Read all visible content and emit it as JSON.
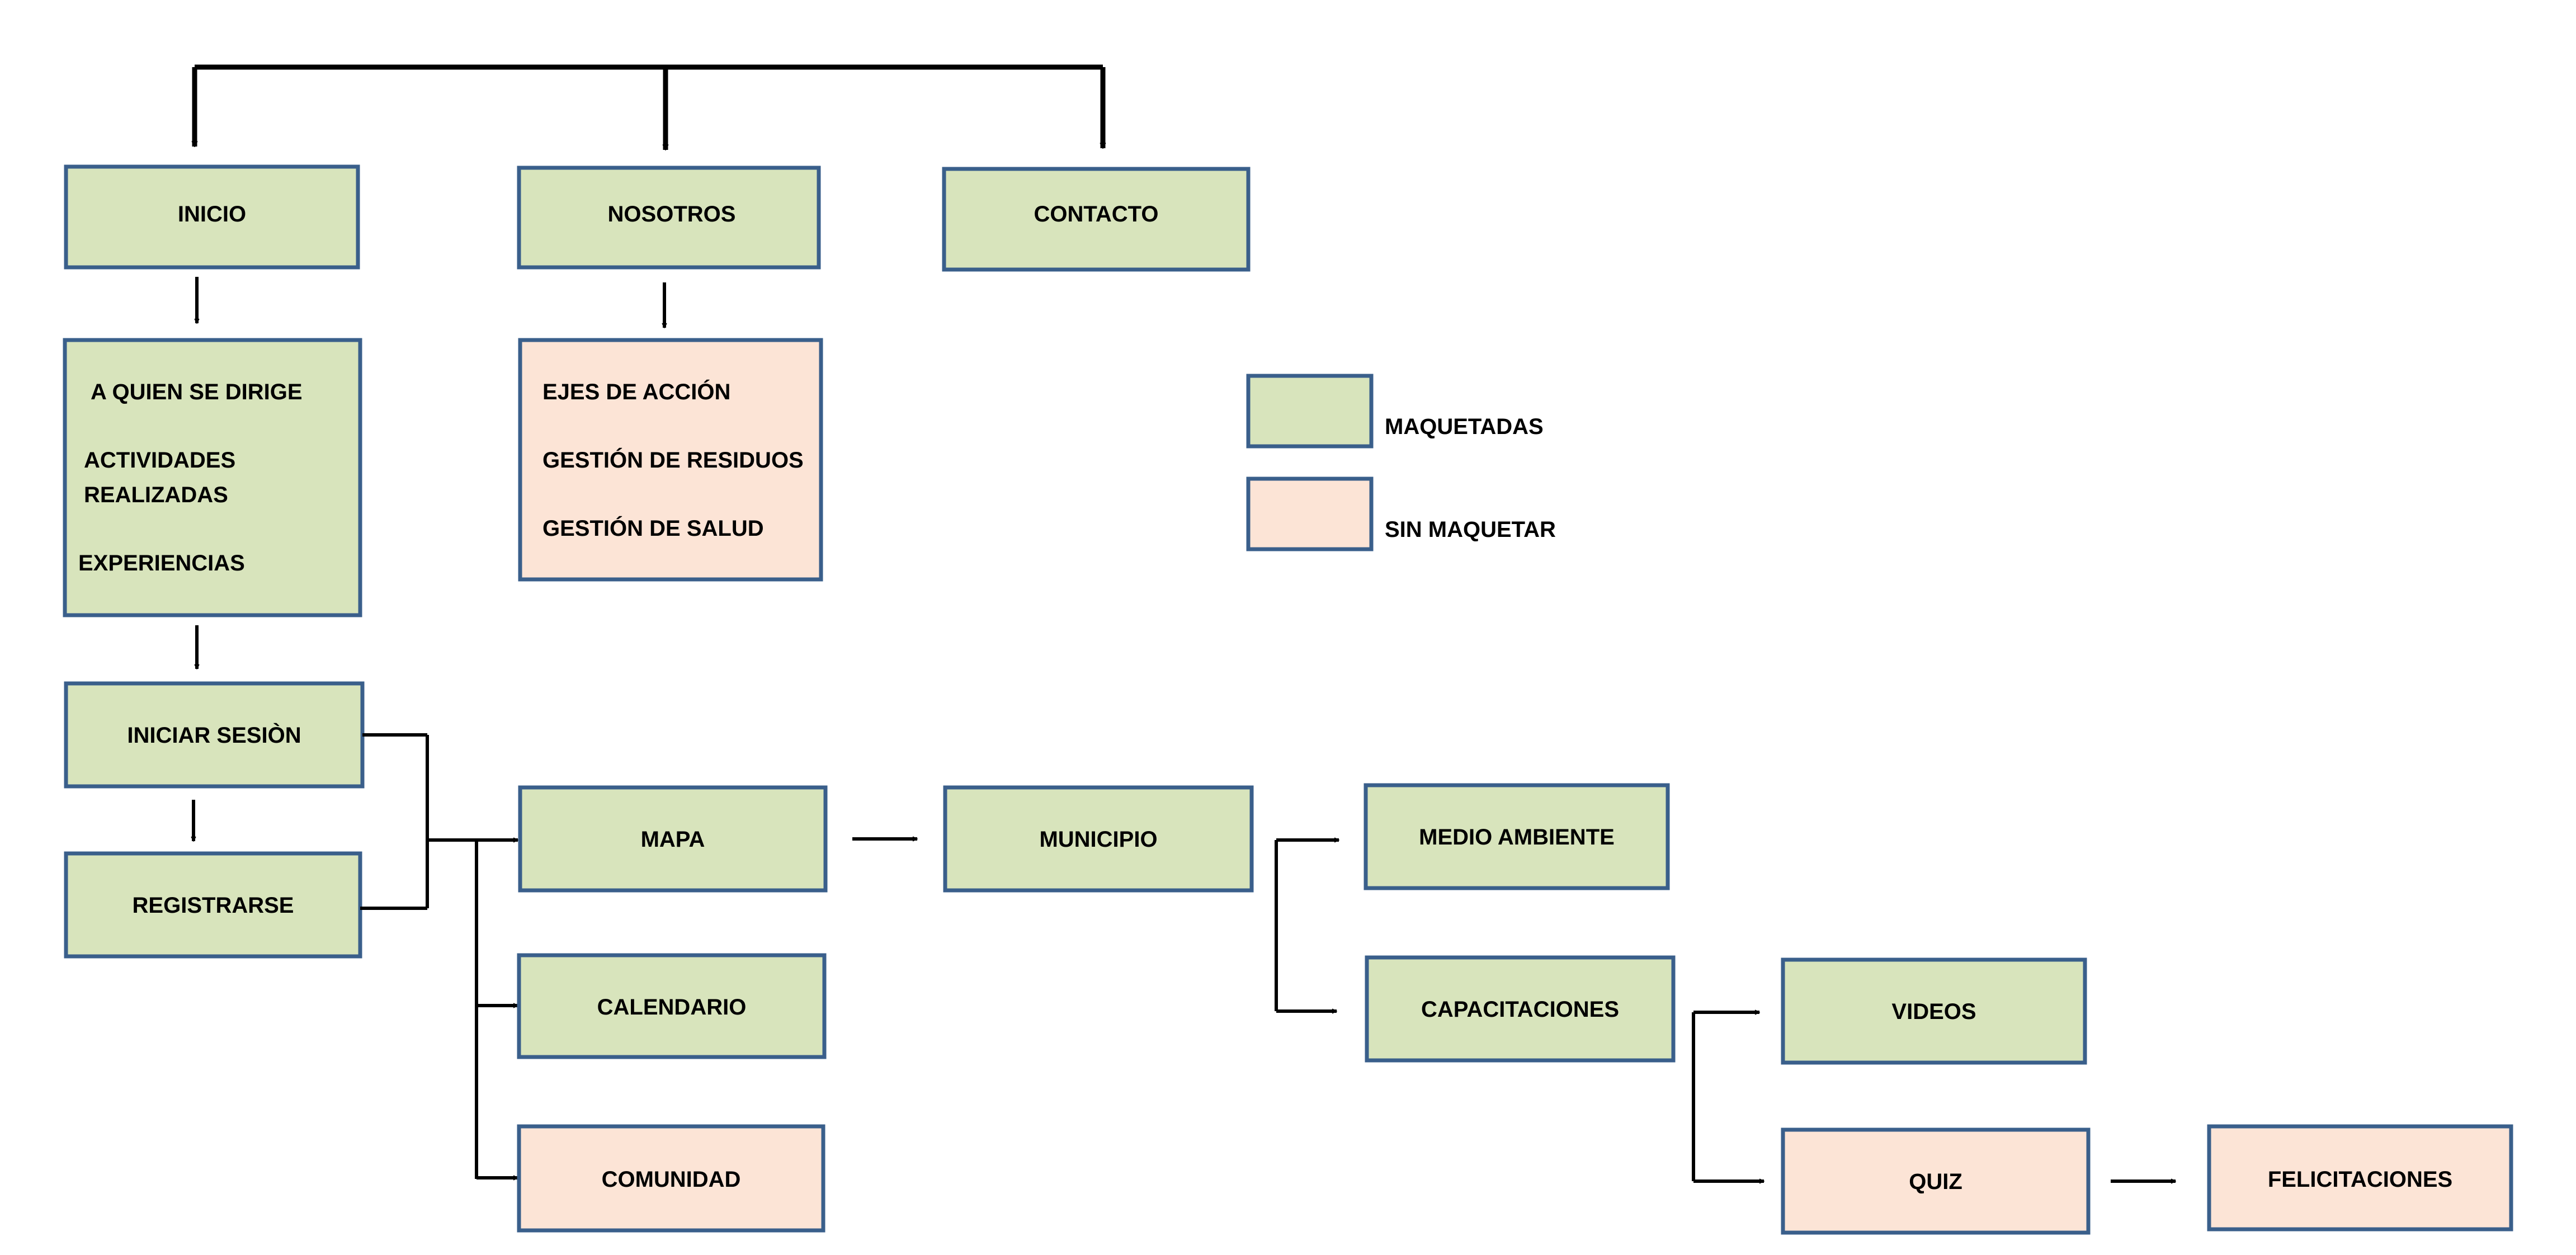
{
  "colors": {
    "done_fill": "#d8e4bc",
    "pending_fill": "#fce4d6",
    "border": "#3a5f8b"
  },
  "nodes": {
    "inicio": "INICIO",
    "nosotros": "NOSOTROS",
    "contacto": "CONTACTO",
    "inicio_sub": [
      "A QUIEN SE DIRIGE",
      "ACTIVIDADES",
      "REALIZADAS",
      "EXPERIENCIAS"
    ],
    "nosotros_sub": [
      "EJES DE ACCIÓN",
      "GESTIÓN DE RESIDUOS",
      "GESTIÓN DE SALUD"
    ],
    "iniciar_sesion": "INICIAR SESIÒN",
    "registrarse": "REGISTRARSE",
    "mapa": "MAPA",
    "calendario": "CALENDARIO",
    "comunidad": "COMUNIDAD",
    "municipio": "MUNICIPIO",
    "medio_ambiente": "MEDIO AMBIENTE",
    "capacitaciones": "CAPACITACIONES",
    "videos": "VIDEOS",
    "quiz": "QUIZ",
    "felicitaciones": "FELICITACIONES"
  },
  "legend": {
    "done": "MAQUETADAS",
    "pending": "SIN MAQUETAR"
  }
}
